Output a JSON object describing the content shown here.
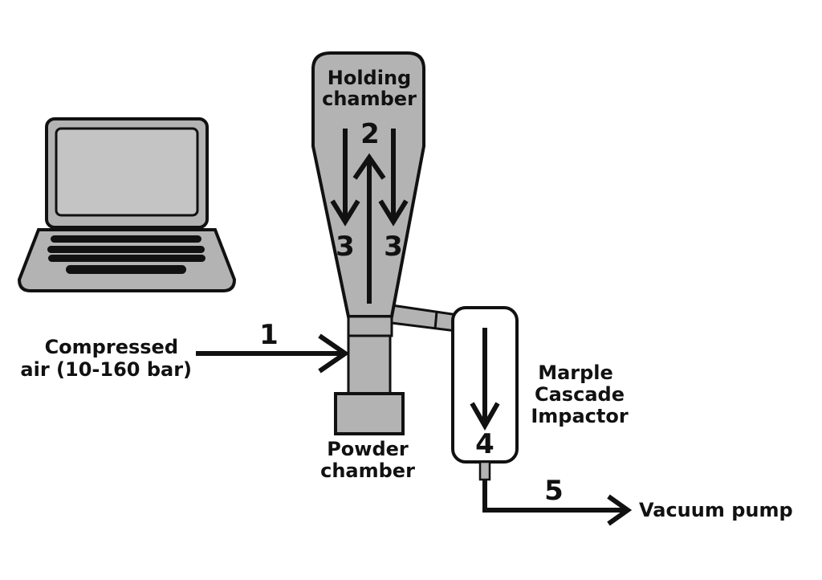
{
  "labels": {
    "holding_line1": "Holding",
    "holding_line2": "chamber",
    "compressed_line1": "Compressed",
    "compressed_line2": "air (10-160 bar)",
    "powder_line1": "Powder",
    "powder_line2": "chamber",
    "marple_line1": "Marple",
    "marple_line2": "Cascade",
    "marple_line3": "Impactor",
    "vacuum": "Vacuum pump"
  },
  "steps": {
    "s1": "1",
    "s2": "2",
    "s3_left": "3",
    "s3_right": "3",
    "s4": "4",
    "s5": "5"
  },
  "colors": {
    "fill_gray": "#b3b3b3",
    "stroke": "#111111",
    "screen": "#c4c4c4",
    "white": "#ffffff"
  }
}
